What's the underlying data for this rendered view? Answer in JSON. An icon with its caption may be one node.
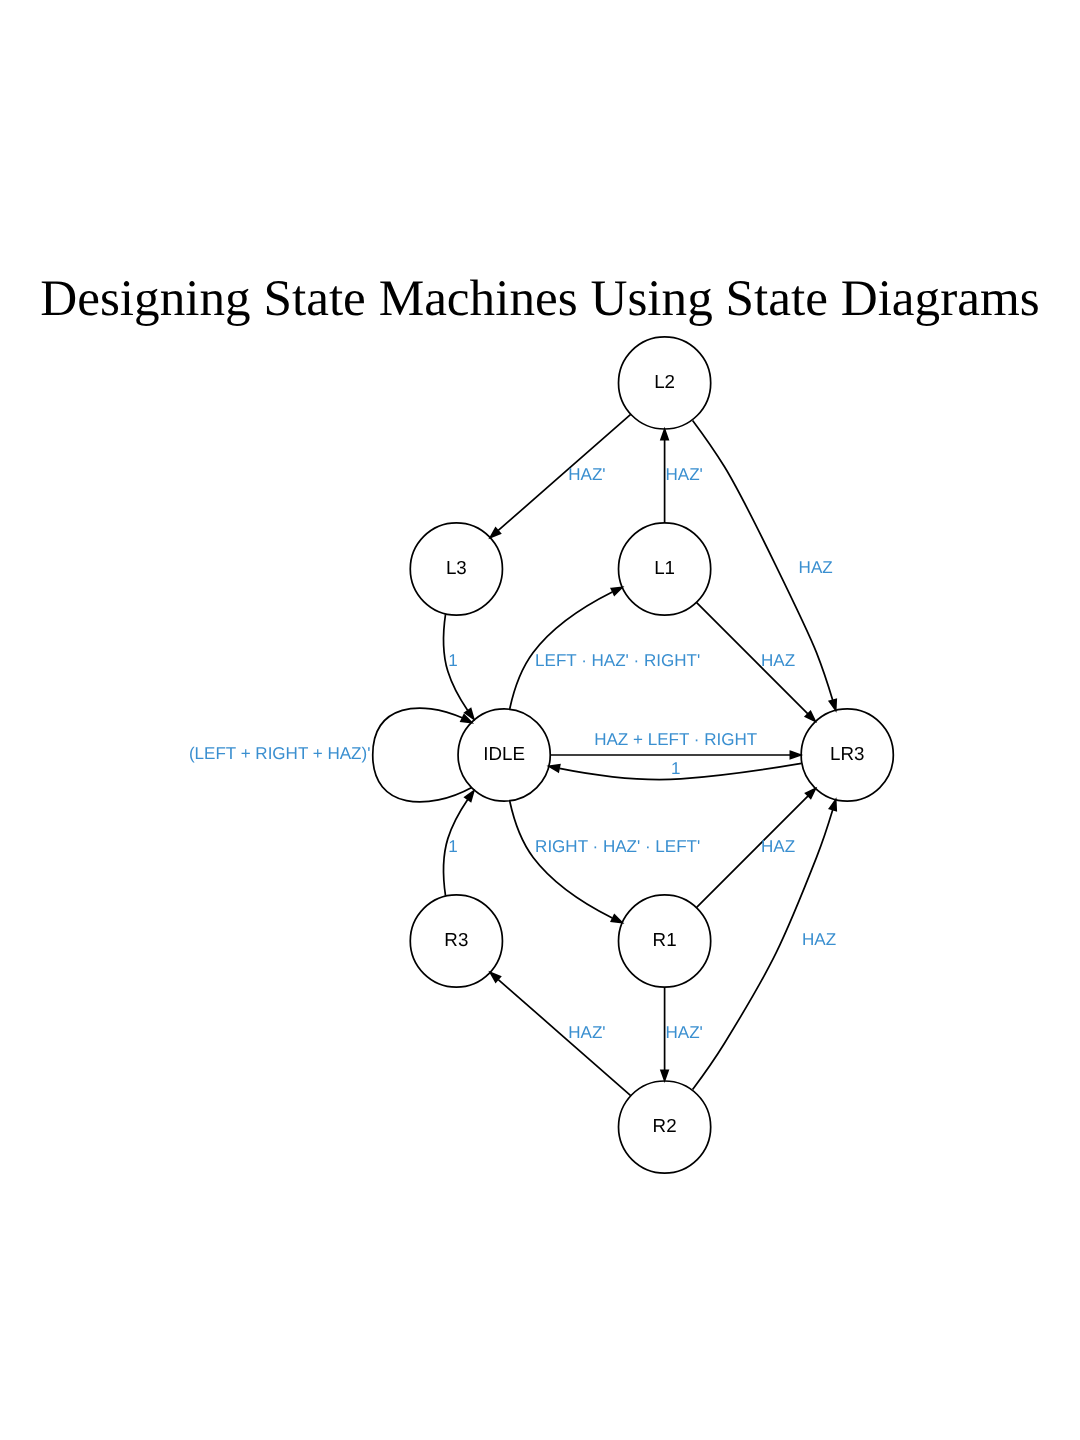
{
  "diagram": {
    "title": "Designing State Machines Using State Diagrams",
    "nodes": [
      {
        "text": [
          "L2"
        ]
      },
      {
        "text": [
          "L3"
        ]
      },
      {
        "text": [
          "L1"
        ]
      },
      {
        "text": [
          "IDLE"
        ]
      },
      {
        "text": [
          "LR3"
        ]
      },
      {
        "text": [
          "R3"
        ]
      },
      {
        "text": [
          "R1"
        ]
      },
      {
        "text": [
          "R2"
        ]
      }
    ],
    "edges": [
      {
        "from": 0,
        "to": 1,
        "arrow": "to",
        "label": "HAZ'"
      },
      {
        "from": 2,
        "to": 0,
        "arrow": "to",
        "label": "HAZ'"
      },
      {
        "from": 0,
        "to": 4,
        "arrow": "to",
        "label": "HAZ"
      },
      {
        "from": 1,
        "to": 3,
        "arrow": "to",
        "label": "1"
      },
      {
        "from": 3,
        "to": 2,
        "arrow": "to",
        "label": "LEFT · HAZ' · RIGHT'"
      },
      {
        "from": 2,
        "to": 4,
        "arrow": "to",
        "label": "HAZ"
      },
      {
        "from": 4,
        "to": 3,
        "arrow": "to",
        "label": "1"
      },
      {
        "from": 3,
        "to": 4,
        "arrow": "to",
        "label": "HAZ + LEFT · RIGHT"
      },
      {
        "from": 3,
        "to": 3,
        "arrow": "to",
        "label": "(LEFT + RIGHT + HAZ)'"
      },
      {
        "from": 5,
        "to": 3,
        "arrow": "to",
        "label": "1"
      },
      {
        "from": 3,
        "to": 6,
        "arrow": "to",
        "label": "RIGHT · HAZ' · LEFT'"
      },
      {
        "from": 6,
        "to": 4,
        "arrow": "to",
        "label": "HAZ"
      },
      {
        "from": 6,
        "to": 7,
        "arrow": "to",
        "label": "HAZ'"
      },
      {
        "from": 7,
        "to": 5,
        "arrow": "to",
        "label": "HAZ'"
      },
      {
        "from": 7,
        "to": 4,
        "arrow": "to",
        "label": "HAZ"
      }
    ]
  }
}
